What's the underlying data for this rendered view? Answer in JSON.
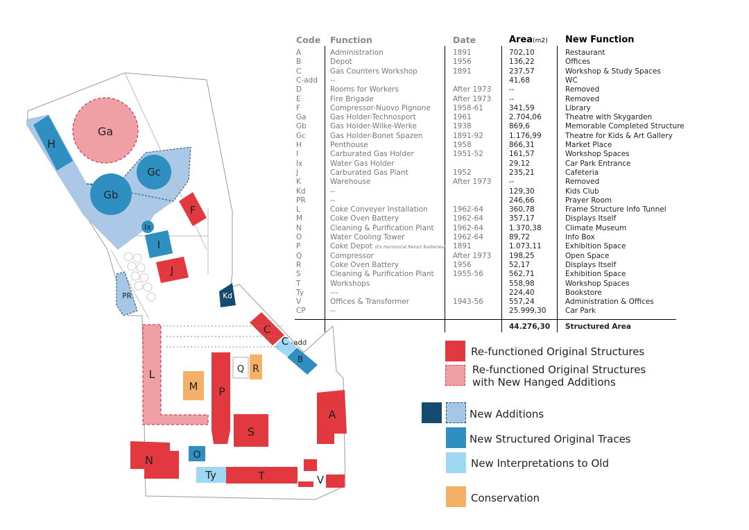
{
  "colors": {
    "red": "#e2383f",
    "pink": "#eea0a5",
    "navy": "#164a6e",
    "light_blue": "#a6c6e6",
    "teal": "#2f8fc0",
    "sky": "#9fd8f2",
    "orange": "#f3b066",
    "grey_line": "#9a9a9a"
  },
  "plan_labels": {
    "Ga": "Ga",
    "H": "H",
    "Gb": "Gb",
    "Gc": "Gc",
    "F": "F",
    "Ix": "Ix",
    "I": "I",
    "J": "J",
    "PR": "PR",
    "Kd": "Kd",
    "C": "C",
    "Cadd": "C-add",
    "B": "B",
    "L": "L",
    "M": "M",
    "Q": "Q",
    "R": "R",
    "P": "P",
    "S": "S",
    "A": "A",
    "N": "N",
    "O": "O",
    "Ty": "Ty",
    "T": "T",
    "V": "V"
  },
  "table": {
    "headers": {
      "code": "Code",
      "function": "Function",
      "date": "Date",
      "area": "Area",
      "area_unit": "(m2)",
      "new_function": "New Function"
    },
    "rows": [
      {
        "code": "A",
        "function": "Administration",
        "date": "1891",
        "area": "702,10",
        "new_function": "Restaurant"
      },
      {
        "code": "B",
        "function": "Depot",
        "date": "1956",
        "area": "136,22",
        "new_function": "Offices"
      },
      {
        "code": "C",
        "function": "Gas Counters Workshop",
        "date": "1891",
        "area": "237,57",
        "new_function": "Workshop & Study Spaces"
      },
      {
        "code": "C-add",
        "function": "--",
        "date": "",
        "area": "41,68",
        "new_function": "WC"
      },
      {
        "code": "D",
        "function": "Rooms for Workers",
        "date": "After 1973",
        "area": "--",
        "new_function": "Removed"
      },
      {
        "code": "E",
        "function": "Fire Brigade",
        "date": "After 1973",
        "area": "--",
        "new_function": "Removed"
      },
      {
        "code": "F",
        "function": "Compressor-Nuovo Pignone",
        "date": "1958-61",
        "area": "341,59",
        "new_function": "Library"
      },
      {
        "code": "Ga",
        "function": "Gas Holder-Technosport",
        "date": "1961",
        "area": "2.704,06",
        "new_function": "Theatre with Skygarden"
      },
      {
        "code": "Gb",
        "function": "Gas Holder-Wilke-Werke",
        "date": "1938",
        "area": "869,6",
        "new_function": "Memorable Completed Structure"
      },
      {
        "code": "Gc",
        "function": "Gas Holder-Bonet Spazen",
        "date": "1891-92",
        "area": "1.176,99",
        "new_function": "Theatre for Kids & Art Gallery"
      },
      {
        "code": "H",
        "function": "Penthouse",
        "date": "1958",
        "area": "866,31",
        "new_function": "Market Place"
      },
      {
        "code": "I",
        "function": "Carburated Gas Holder",
        "date": "1951-52",
        "area": "161,57",
        "new_function": "Workshop Spaces"
      },
      {
        "code": "Ix",
        "function": "Water Gas Holder",
        "date": "",
        "area": "29,12",
        "new_function": "Car Park Entrance"
      },
      {
        "code": "J",
        "function": "Carburated Gas Plant",
        "date": "1952",
        "area": "235,21",
        "new_function": "Cafeteria"
      },
      {
        "code": "K",
        "function": "Warehouse",
        "date": "After 1973",
        "area": "--",
        "new_function": "Removed"
      },
      {
        "code": "Kd",
        "function": "--",
        "date": "",
        "area": "129,30",
        "new_function": "Kids Club"
      },
      {
        "code": "PR",
        "function": "--",
        "date": "",
        "area": "246,66",
        "new_function": "Prayer Room"
      },
      {
        "code": "L",
        "function": "Coke Conveyer Installation",
        "date": "1962-64",
        "area": "360,78",
        "new_function": "Frame Structure Info Tunnel"
      },
      {
        "code": "M",
        "function": "Coke Oven Battery",
        "date": "1962-64",
        "area": "357,17",
        "new_function": "Displays Itself"
      },
      {
        "code": "N",
        "function": "Cleaning & Purification Plant",
        "date": "1962-64",
        "area": "1.370,38",
        "new_function": "Climate Museum"
      },
      {
        "code": "O",
        "function": "Water Cooling Tower",
        "date": "1962-64",
        "area": "89,72",
        "new_function": "Info Box"
      },
      {
        "code": "P",
        "function": "Coke Depot",
        "function_note": "(Ex Horizontal Retort Batteries)",
        "date": "1891",
        "area": "1.073,11",
        "new_function": "Exhibition Space"
      },
      {
        "code": "Q",
        "function": "Compressor",
        "date": "After 1973",
        "area": "198,25",
        "new_function": "Open Space"
      },
      {
        "code": "R",
        "function": "Coke Oven Battery",
        "date": "1956",
        "area": "52,17",
        "new_function": "Displays Itself"
      },
      {
        "code": "S",
        "function": "Cleaning & Purification Plant",
        "date": "1955-56",
        "area": "562,71",
        "new_function": "Exhibition Space"
      },
      {
        "code": "T",
        "function": "Workshops",
        "date": "",
        "area": "558,98",
        "new_function": "Workshop Spaces"
      },
      {
        "code": "Ty",
        "function": "---",
        "date": "",
        "area": "224,40",
        "new_function": "Bookstore"
      },
      {
        "code": "V",
        "function": "Offices & Transformer",
        "date": "1943-56",
        "area": "557,24",
        "new_function": "Administration & Offices"
      },
      {
        "code": "CP",
        "function": "--",
        "date": "",
        "area": "25.999,30",
        "new_function": "Car Park"
      }
    ],
    "total": {
      "area": "44.276,30",
      "label": "Structured Area"
    }
  },
  "legend": [
    {
      "text": "Re-functioned Original Structures",
      "color": "#e2383f"
    },
    {
      "text": "Re-functioned Original Structures",
      "text2": "with New Hanged Additions",
      "color": "#eea0a5"
    },
    {
      "text": "New Additions",
      "color": "#164a6e",
      "color2": "#a6c6e6"
    },
    {
      "text": "New Structured Original Traces",
      "color": "#2f8fc0"
    },
    {
      "text": "New Interpretations to Old",
      "color": "#9fd8f2"
    },
    {
      "text": "Conservation",
      "color": "#f3b066"
    }
  ]
}
